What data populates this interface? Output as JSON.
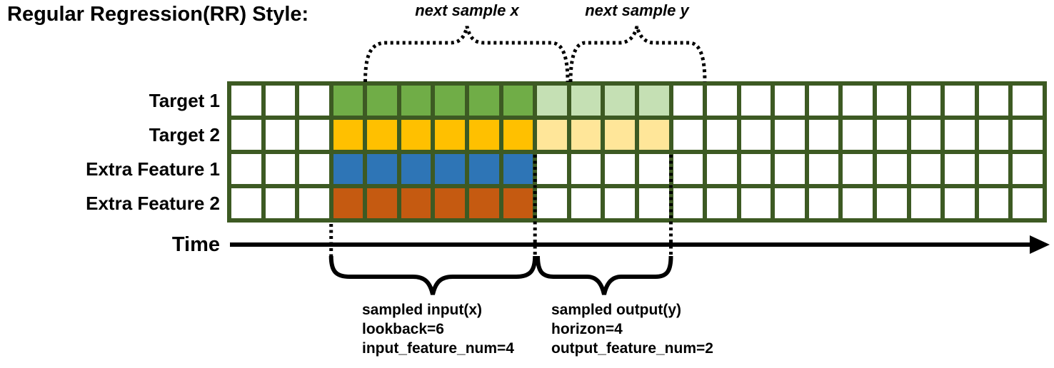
{
  "title": "Regular Regression(RR) Style:",
  "colors": {
    "ink": "#000000",
    "grid_line": "#3D5A23",
    "empty_cell": "#FFFFFF",
    "target1_input": "#70AD47",
    "target1_output": "#C5E0B4",
    "target2_input": "#FFC000",
    "target2_output": "#FFE699",
    "extra1_input": "#2E75B6",
    "extra2_input": "#C55A11"
  },
  "grid": {
    "total_columns": 24,
    "lookback_columns": [
      4,
      9
    ],
    "horizon_columns": [
      10,
      13
    ],
    "rows": [
      {
        "label": "Target 1",
        "role": "target",
        "input_color": "#70AD47",
        "output_color": "#C5E0B4"
      },
      {
        "label": "Target 2",
        "role": "target",
        "input_color": "#FFC000",
        "output_color": "#FFE699"
      },
      {
        "label": "Extra Feature 1",
        "role": "extra-feature",
        "input_color": "#2E75B6",
        "output_color": null
      },
      {
        "label": "Extra Feature 2",
        "role": "extra-feature",
        "input_color": "#C55A11",
        "output_color": null
      }
    ]
  },
  "annotations": {
    "next_sample_x": "next sample x",
    "next_sample_y": "next sample y",
    "time_axis": "Time",
    "sampled_input": [
      "sampled input(x)",
      "lookback=6",
      "input_feature_num=4"
    ],
    "sampled_output": [
      "sampled output(y)",
      "horizon=4",
      "output_feature_num=2"
    ]
  },
  "params": {
    "lookback": 6,
    "horizon": 4,
    "input_feature_num": 4,
    "output_feature_num": 2
  }
}
